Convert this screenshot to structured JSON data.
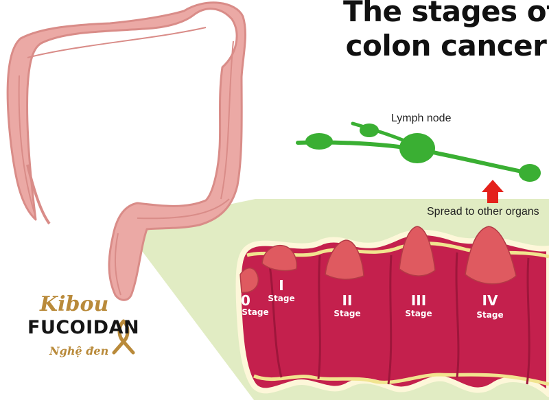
{
  "title": {
    "line1": "The stages of",
    "line2": "colon cancer"
  },
  "labels": {
    "lymph_node": "Lymph node",
    "spread": "Spread to other organs"
  },
  "stages": [
    {
      "numeral": "0",
      "word": "Stage"
    },
    {
      "numeral": "I",
      "word": "Stage"
    },
    {
      "numeral": "II",
      "word": "Stage"
    },
    {
      "numeral": "III",
      "word": "Stage"
    },
    {
      "numeral": "IV",
      "word": "Stage"
    }
  ],
  "brand": {
    "script": "Kibou",
    "name": "FUCOIDAN",
    "tagline": "Nghệ đen"
  },
  "colors": {
    "colon": "#eba9a5",
    "mucosa": "#c4204d",
    "tumor": "#df5a60",
    "lymph": "#3aaf33",
    "arrow": "#e4211b",
    "zoom_panel": "#dce9b8",
    "gold": "#b98a3a"
  }
}
